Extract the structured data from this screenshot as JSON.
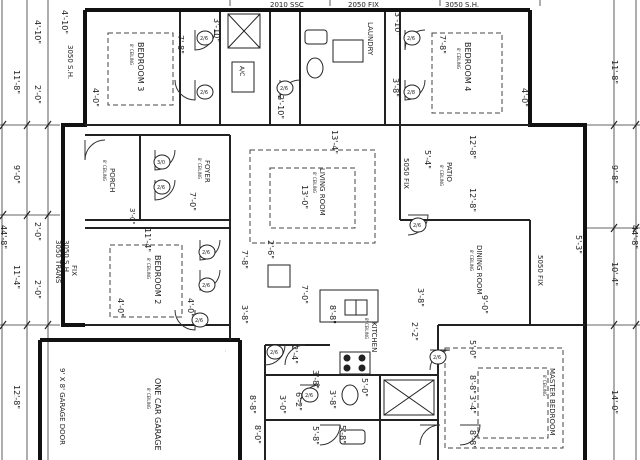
{
  "plan": {
    "rooms": {
      "bedroom3": "BEDROOM 3",
      "bedroom4": "BEDROOM 4",
      "bedroom2": "BEDROOM 2",
      "laundry": "LAUNDRY",
      "porch": "PORCH",
      "foyer": "FOYER",
      "living": "LIVING ROOM",
      "patio": "PATIO",
      "dining": "DINING ROOM",
      "kitchen": "KITCHEN",
      "master": "MASTER BEDROOM",
      "garage": "ONE CAR GARAGE",
      "garage_door": "9' X 8' GARAGE DOOR",
      "ac": "A/C"
    },
    "windows": {
      "top1": "2010 SSC",
      "top2": "2050 FIX",
      "top3": "3050 S.H.",
      "left1": "3050 S.H.",
      "left2": "3050 TRANS",
      "left3": "3050 S.H.",
      "left4": "FIX",
      "mid1": "5050 FIX",
      "right1": "5050 FIX"
    },
    "dims": {
      "d_left_1": "11'-8\"",
      "d_left_2": "9'-0\"",
      "d_left_3": "11'-4\"",
      "d_left_4": "12'-8\"",
      "d_left_total": "44'-8\"",
      "d_right_1": "11'-8\"",
      "d_right_2": "9'-8\"",
      "d_right_3": "10'-4\"",
      "d_right_4": "14'-0\"",
      "d_right_total": "44'-8\"",
      "d_in_1": "4'-10\"",
      "d_in_2": "2'-0\"",
      "d_in_3": "2'-0\"",
      "d_in_4": "2'-0\"",
      "d_b3_v": "7'-8\"",
      "d_b4_v": "7'-8\"",
      "d_b4_h": "4'-0\"",
      "d_b3_h": "4'-0\"",
      "d_closet_1": "4'-10\"",
      "d_closet_2": "3'-10\"",
      "d_closet_3": "3'-10\"",
      "d_l_1": "2'-10\"",
      "d_l_2": "3'-8\"",
      "d_live_1": "13'-4\"",
      "d_live_2": "13'-0\"",
      "d_patio_1": "5'-4\"",
      "d_patio_2": "12'-8\"",
      "d_patio_3": "12'-8\"",
      "d_foyer": "7'-0\"",
      "d_porch": "3'-0\"",
      "d_b2_1": "11'-4\"",
      "d_b2_2": "7'-8\"",
      "d_b2_3": "4'-0\"",
      "d_b2_4": "4'-0\"",
      "d_hall_1": "2'-6\"",
      "d_hall_2": "7'-0\"",
      "d_hall_3": "3'-8\"",
      "d_hall_4": "8'-8\"",
      "d_dining_1": "9'-0\"",
      "d_dining_2": "3'-8\"",
      "d_dining_3": "5'-3\"",
      "d_dining_4": "2'-2\"",
      "d_kit_1": "2'-4\"",
      "d_kit_2": "3'-8\"",
      "d_kit_3": "5'-0\"",
      "d_kit_4": "3'-8\"",
      "d_kit_5": "5'-8\"",
      "d_m_1": "5'-0\"",
      "d_m_2": "8'-8\"",
      "d_m_3": "3'-4\"",
      "d_m_4": "8'-8\"",
      "d_m_5": "6'-2\"",
      "d_m_6": "5'-8\"",
      "d_bath_1": "3'-0\"",
      "d_bath_2": "8'-8\"",
      "d_bath_3": "12'-8\"",
      "d_garage_1": "8'-0\"",
      "d_garage_2": "3'-8\""
    },
    "door_sizes": {
      "dr1": "2/6",
      "dr2": "2/6",
      "dr3": "2/6",
      "dr4": "2/6",
      "dr5": "3/0",
      "dr6": "2/6",
      "dr7": "2/6",
      "dr8": "2/6",
      "dr9": "2/6",
      "dr10": "2/6",
      "dr11": "2/6",
      "dr12": "2/6",
      "dr13": "2/6",
      "dr14": "2/8"
    },
    "ceiling": "8' CEILING"
  }
}
